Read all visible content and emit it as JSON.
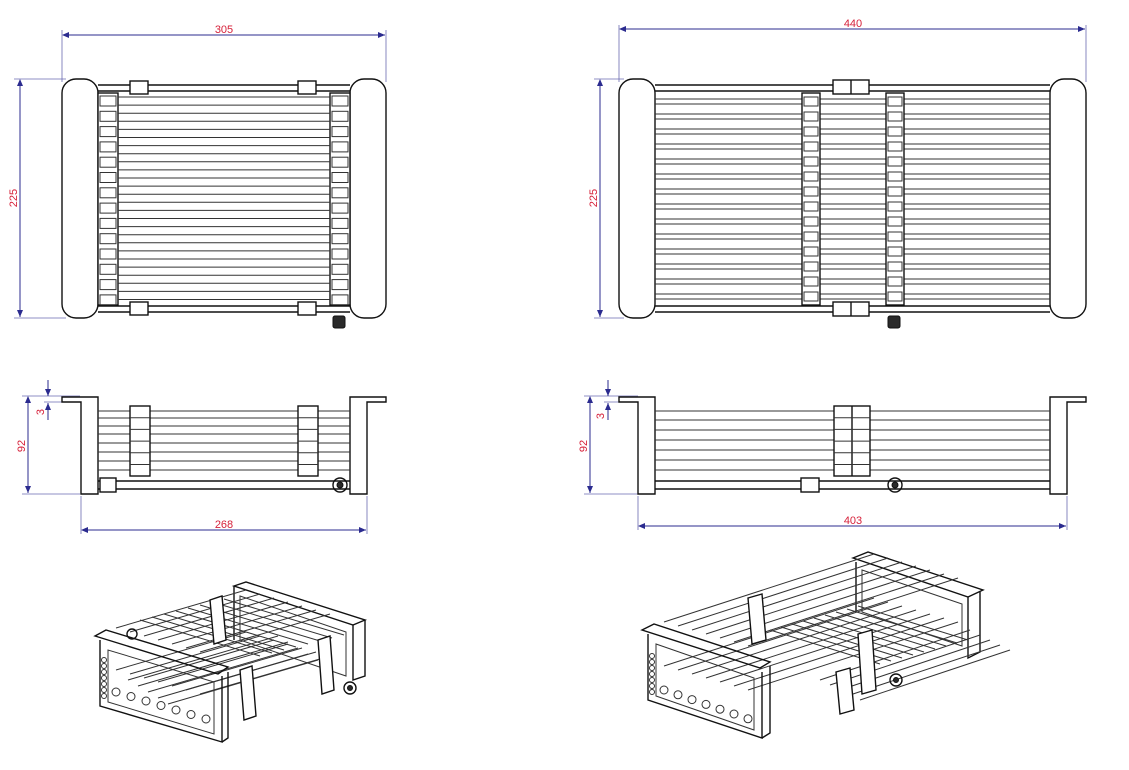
{
  "colors": {
    "line": "#111111",
    "dimension_line": "#2b2b8f",
    "dimension_text": "#d6213a",
    "background": "#ffffff"
  },
  "dimensions": {
    "small": {
      "top_width": "305",
      "height": "225",
      "side_depth": "92",
      "side_lip": "3",
      "side_width": "268"
    },
    "large": {
      "top_width": "440",
      "height": "225",
      "side_depth": "92",
      "side_lip": "3",
      "side_width": "403"
    }
  }
}
